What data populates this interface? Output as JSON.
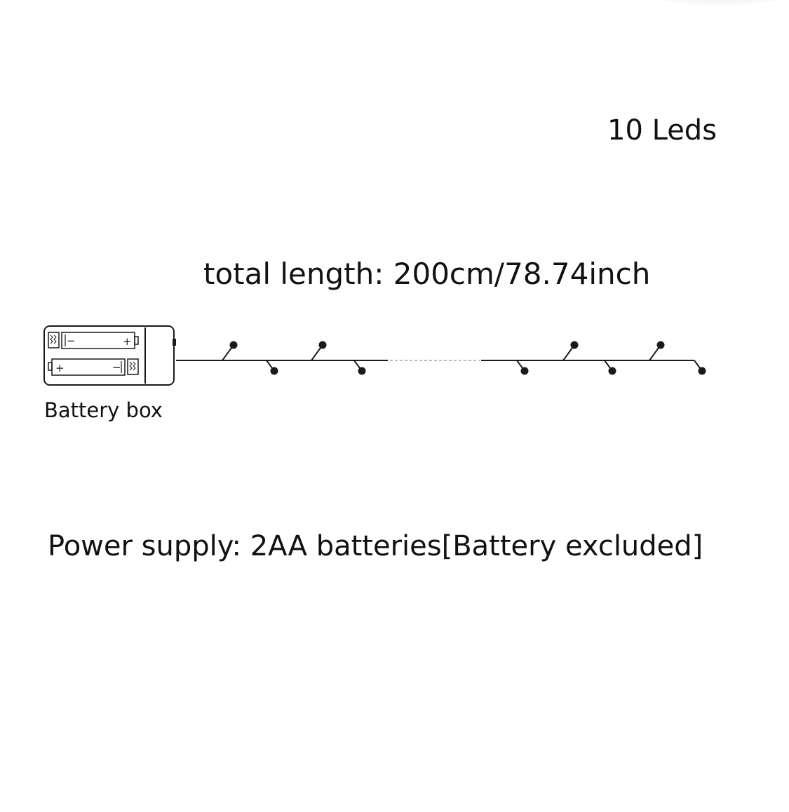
{
  "led_count_label": "10 Leds",
  "total_length_label": "total length: 200cm/78.74inch",
  "battery_box_label": "Battery box",
  "power_supply_label": "Power supply: 2AA batteries[Battery excluded]",
  "battery_box": {
    "top_cell_terminals": [
      "−",
      "+"
    ],
    "bottom_cell_terminals": [
      "+",
      "−"
    ]
  },
  "leds": [
    {
      "side": "up"
    },
    {
      "side": "down"
    },
    {
      "side": "up"
    },
    {
      "side": "down"
    },
    {
      "side": "down"
    },
    {
      "side": "up"
    },
    {
      "side": "down"
    },
    {
      "side": "up"
    },
    {
      "side": "down"
    }
  ],
  "colors": {
    "line": "#1a1a1a",
    "dash": "#bbbbbb",
    "text": "#111111"
  }
}
